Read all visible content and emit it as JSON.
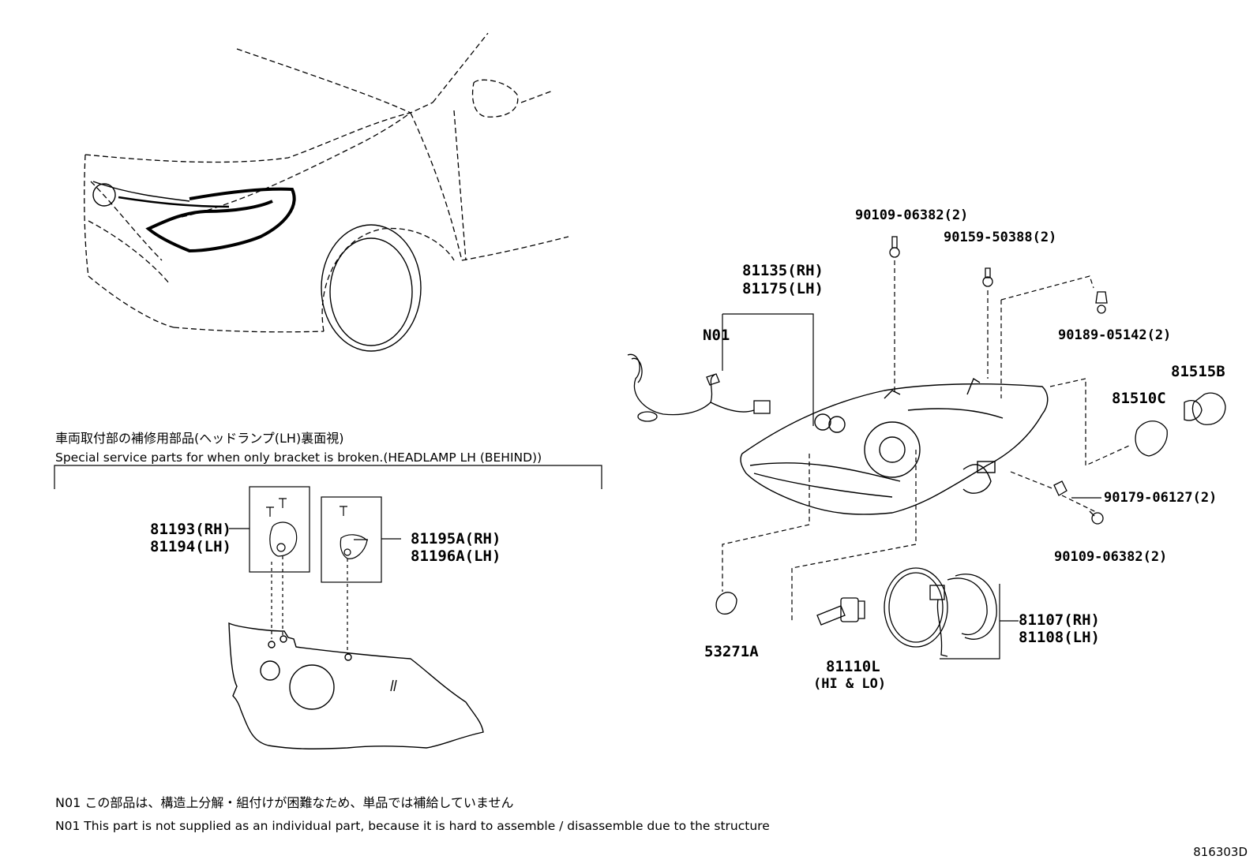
{
  "part_labels": {
    "p81135": "81135(RH)",
    "p81175": "81175(LH)",
    "n01": "N01",
    "p90109_top": "90109-06382(2)",
    "p90159": "90159-50388(2)",
    "p90189": "90189-05142(2)",
    "p81515b": "81515B",
    "p81510c": "81510C",
    "p90179": "90179-06127(2)",
    "p90109_bot": "90109-06382(2)",
    "p81107": "81107(RH)",
    "p81108": "81108(LH)",
    "p81110l": "81110L",
    "hi_lo": "(HI & LO)",
    "p53271a": "53271A",
    "p81193": "81193(RH)",
    "p81194": "81194(LH)",
    "p81195a": "81195A(RH)",
    "p81196a": "81196A(LH)"
  },
  "service_parts": {
    "heading_jp": "車両取付部の補修用部品(ヘッドランプ(LH)裏面視)",
    "heading_en": "Special service parts for when only bracket is broken.(HEADLAMP LH (BEHIND))"
  },
  "notes": {
    "n01_jp": "N01 この部品は、構造上分解・組付けが困難なため、単品では補給していません",
    "n01_en": "N01 This part is not supplied as an individual part, because it is hard to assemble / disassemble due to the structure"
  },
  "diagram_code": "816303D"
}
